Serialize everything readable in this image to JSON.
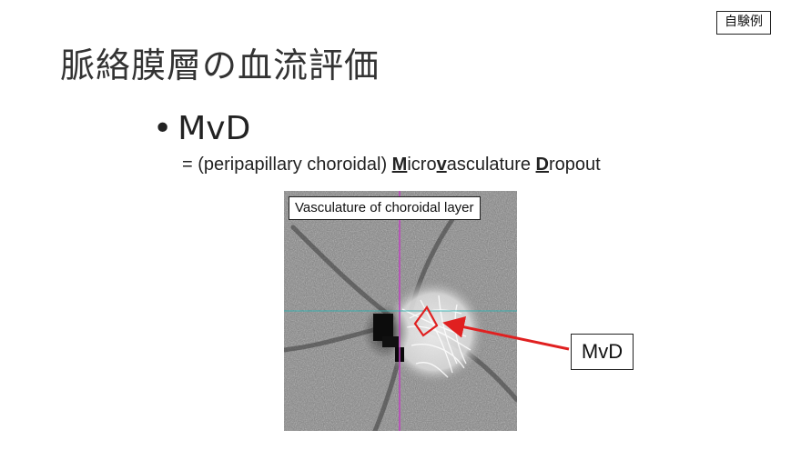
{
  "badge": "自験例",
  "title": "脈絡膜層の血流評価",
  "bullet": {
    "dot": "•",
    "term": "MvD"
  },
  "definition": {
    "prefix": "= (peripapillary choroidal) ",
    "parts": [
      {
        "key": "M",
        "rest": "icro"
      },
      {
        "key": "v",
        "rest": "asculature "
      },
      {
        "key": "D",
        "rest": "ropout"
      }
    ]
  },
  "image_label": "Vasculature of choroidal layer",
  "callout_label": "MvD",
  "colors": {
    "callout_arrow": "#e02020",
    "vertical_line": "#c040c0",
    "horizontal_line": "#30b0b0"
  }
}
